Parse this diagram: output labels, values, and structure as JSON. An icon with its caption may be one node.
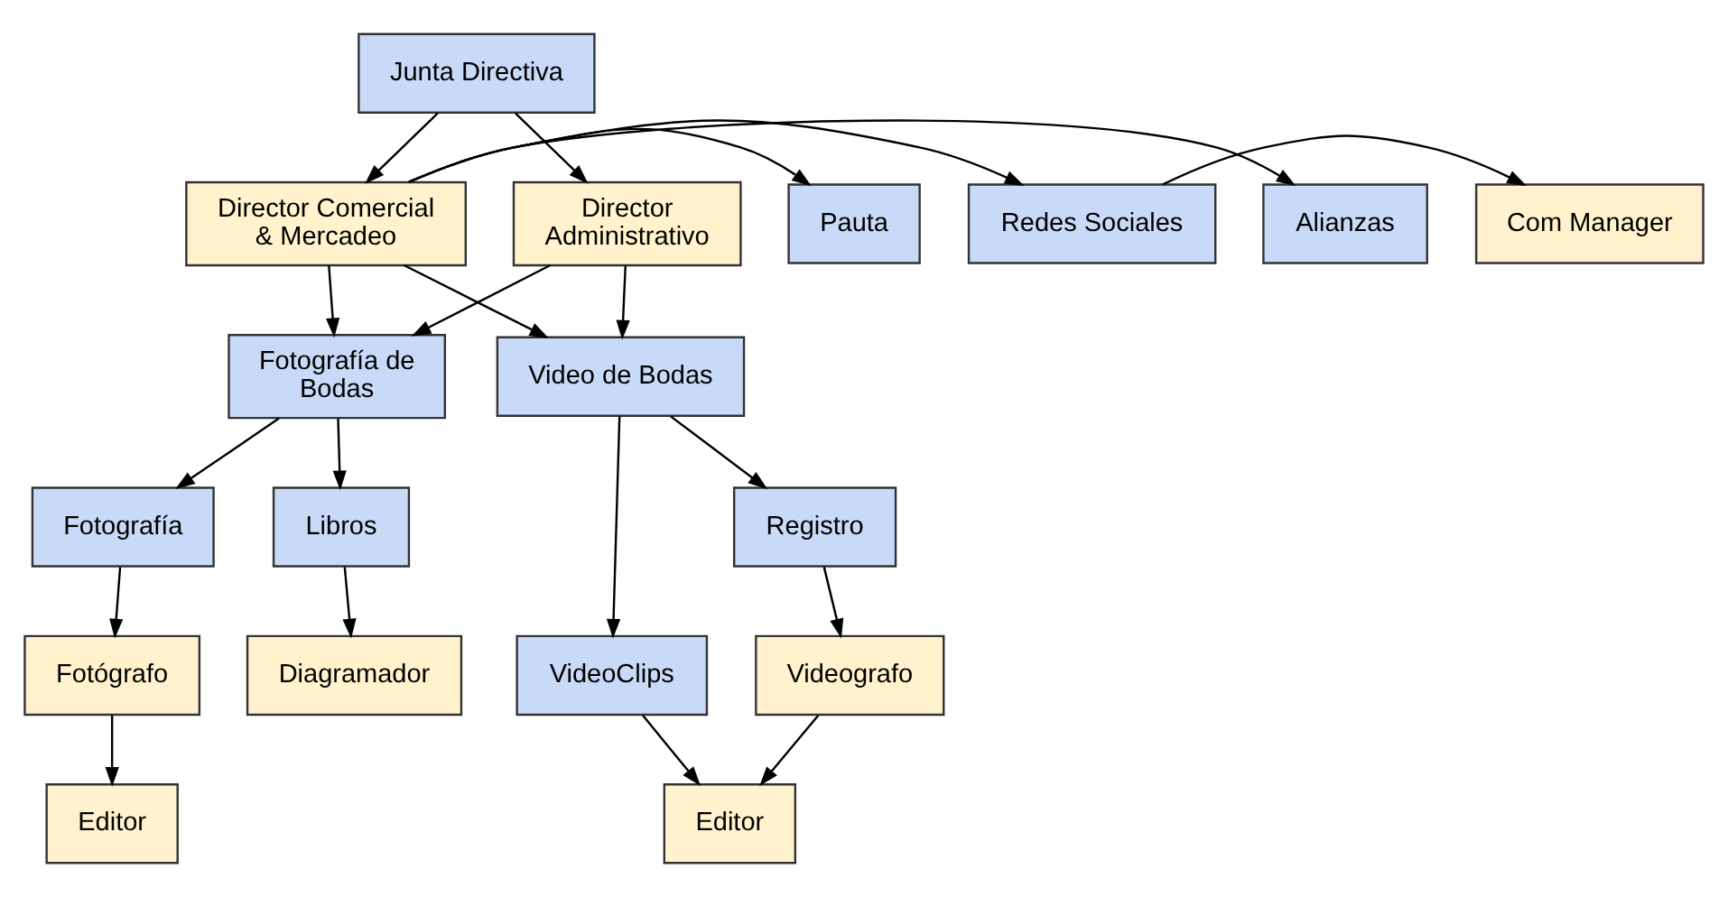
{
  "diagram": {
    "nodes": [
      {
        "text": [
          "Junta Directiva"
        ]
      },
      {
        "text": [
          "Pauta"
        ]
      },
      {
        "text": [
          "Com Manager"
        ]
      },
      {
        "text": [
          "Redes Sociales"
        ]
      },
      {
        "text": [
          "Director Comercial & Mercadeo"
        ]
      },
      {
        "text": [
          "Director Administrativo"
        ]
      },
      {
        "text": [
          "Alianzas"
        ]
      },
      {
        "text": [
          "Fotografía de Bodas"
        ]
      },
      {
        "text": [
          "Video de Bodas"
        ]
      },
      {
        "text": [
          "Fotografía"
        ]
      },
      {
        "text": [
          "Libros"
        ]
      },
      {
        "text": [
          "Registro"
        ]
      },
      {
        "text": [
          "VideoClips"
        ]
      },
      {
        "text": [
          "Fotógrafo"
        ]
      },
      {
        "text": [
          "Diagramador"
        ]
      },
      {
        "text": [
          "Videografo"
        ]
      },
      {
        "text": [
          "Editor"
        ]
      },
      {
        "text": [
          "Editor"
        ]
      }
    ],
    "edges": [
      {
        "from": 0,
        "to": 4,
        "arrow": "to"
      },
      {
        "from": 0,
        "to": 5,
        "arrow": "to"
      },
      {
        "from": 4,
        "to": 1,
        "arrow": "to"
      },
      {
        "from": 4,
        "to": 3,
        "arrow": "to"
      },
      {
        "from": 3,
        "to": 2,
        "arrow": "to"
      },
      {
        "from": 4,
        "to": 6,
        "arrow": "to"
      },
      {
        "from": 4,
        "to": 7,
        "arrow": "to"
      },
      {
        "from": 4,
        "to": 8,
        "arrow": "to"
      },
      {
        "from": 5,
        "to": 7,
        "arrow": "to"
      },
      {
        "from": 5,
        "to": 8,
        "arrow": "to"
      },
      {
        "from": 7,
        "to": 9,
        "arrow": "to"
      },
      {
        "from": 7,
        "to": 10,
        "arrow": "to"
      },
      {
        "from": 8,
        "to": 11,
        "arrow": "to"
      },
      {
        "from": 8,
        "to": 12,
        "arrow": "to"
      },
      {
        "from": 9,
        "to": 13,
        "arrow": "to"
      },
      {
        "from": 10,
        "to": 14,
        "arrow": "to"
      },
      {
        "from": 11,
        "to": 15,
        "arrow": "to"
      },
      {
        "from": 13,
        "to": 16,
        "arrow": "to"
      },
      {
        "from": 15,
        "to": 17,
        "arrow": "to"
      },
      {
        "from": 12,
        "to": 17,
        "arrow": "to"
      }
    ]
  }
}
